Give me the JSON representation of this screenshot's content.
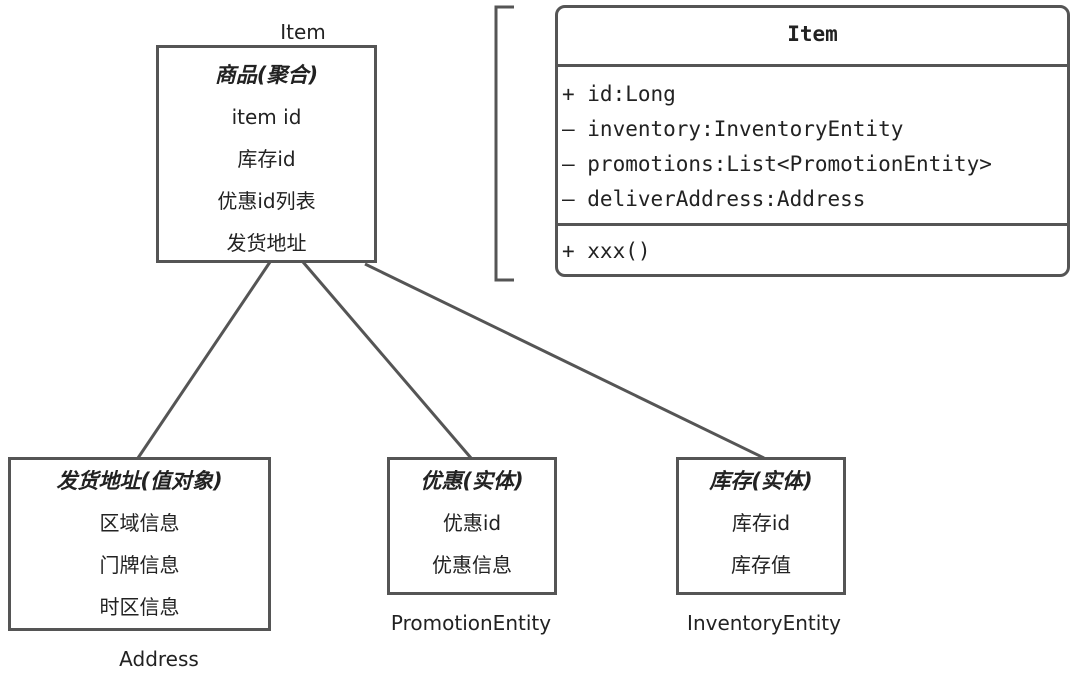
{
  "aggregate": {
    "caption": "Item",
    "title": "商品(聚合)",
    "fields": [
      "item id",
      "库存id",
      "优惠id列表",
      "发货地址"
    ]
  },
  "address": {
    "caption": "Address",
    "title": "发货地址(值对象)",
    "fields": [
      "区域信息",
      "门牌信息",
      "时区信息"
    ]
  },
  "promotion": {
    "caption": "PromotionEntity",
    "title": "优惠(实体)",
    "fields": [
      "优惠id",
      "优惠信息"
    ]
  },
  "inventory": {
    "caption": "InventoryEntity",
    "title": "库存(实体)",
    "fields": [
      "库存id",
      "库存值"
    ]
  },
  "uml": {
    "name": "Item",
    "attributes": [
      "+ id:Long",
      "– inventory:InventoryEntity",
      "– promotions:List<PromotionEntity>",
      "– deliverAddress:Address"
    ],
    "operations": [
      "+ xxx()"
    ]
  },
  "colors": {
    "stroke": "#555555",
    "text": "#222222"
  }
}
